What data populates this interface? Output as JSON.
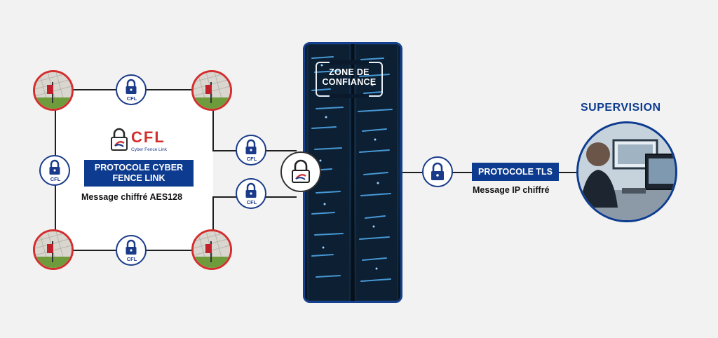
{
  "cfl_panel": {
    "logo_text": "CFL",
    "logo_tagline": "Cyber Fence Link",
    "protocol_label": "PROTOCOLE CYBER FENCE LINK",
    "protocol_line1": "PROTOCOLE CYBER",
    "protocol_line2": "FENCE LINK",
    "message_caption": "Message chiffré AES128"
  },
  "badge_text": "CFL",
  "trust_zone": {
    "line1": "ZONE DE",
    "line2": "CONFIANCE"
  },
  "tls": {
    "label": "PROTOCOLE TLS",
    "caption": "Message IP chiffré"
  },
  "supervision": {
    "title": "SUPERVISION"
  },
  "colors": {
    "brand_blue": "#0d3b8f",
    "badge_border": "#1a3a8a",
    "sensor_border": "#d32f2f",
    "background": "#f2f2f2"
  },
  "icons": [
    "lock-icon",
    "fence-sensor-icon",
    "server-rack-image",
    "operator-monitor-image"
  ]
}
